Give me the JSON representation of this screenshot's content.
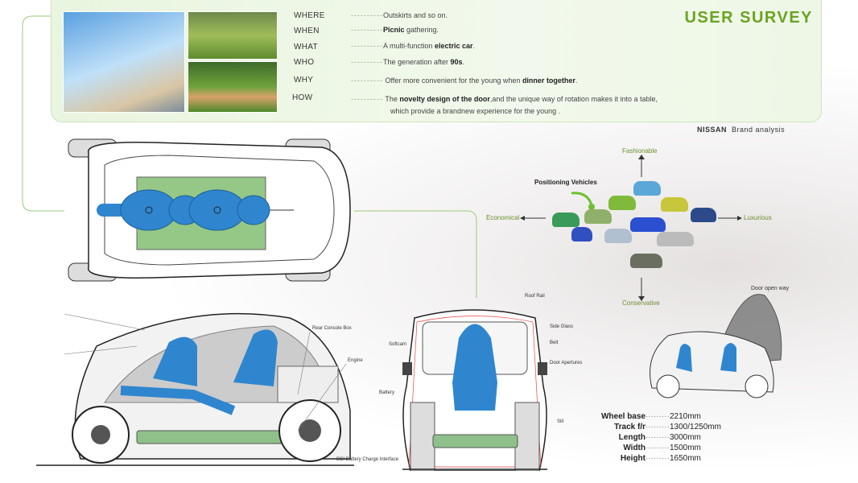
{
  "survey": {
    "title": "USER SURVEY",
    "rows": [
      {
        "q": "WHERE",
        "a": "Outskirts   and so on."
      },
      {
        "q": "WHEN",
        "bold": "Picnic",
        "a": "gathering."
      },
      {
        "q": "WHAT",
        "a": "A multi-function ",
        "bold": "electric car",
        "tail": "."
      },
      {
        "q": "WHO",
        "a": "The generation after ",
        "bold": "90s",
        "tail": "."
      },
      {
        "q": "WHY",
        "a": "Offer more convenient for the young when ",
        "bold": "dinner together",
        "tail": "."
      },
      {
        "q": "HOW",
        "a": "The ",
        "bold": "novelty design of the door",
        "tail": ",and the unique way of rotation makes it into a table,",
        "line2": "which provide a brandnew experience for the young ."
      }
    ]
  },
  "brand": {
    "brand": "NISSAN",
    "title": "Brand analysis",
    "positioning": "Positioning Vehicles",
    "top": "Fashionable",
    "bottom": "Conservative",
    "left": "Economical",
    "right": "Luxurious"
  },
  "labels": {
    "roof_rail": "Roof Rail",
    "side_glass": "Side Glass",
    "belt": "Belt",
    "softcam": "Softcam",
    "door_apertures": "Door Apertures",
    "battery": "Battery",
    "sill": "Sill",
    "rear_console": "Rear Console Box",
    "engine": "Engine",
    "bci": "BCI Battery Charge Interface",
    "door_open": "Door open way"
  },
  "specs": [
    {
      "k": "Wheel base",
      "v": "2210mm"
    },
    {
      "k": "Track f/r",
      "v": "1300/1250mm"
    },
    {
      "k": "Length",
      "v": "3000mm"
    },
    {
      "k": "Width",
      "v": "1500mm"
    },
    {
      "k": "Height",
      "v": "1650mm"
    }
  ],
  "colors": {
    "accent": "#6aa321",
    "seat": "#2f86cf",
    "battery": "#8fc08a"
  }
}
